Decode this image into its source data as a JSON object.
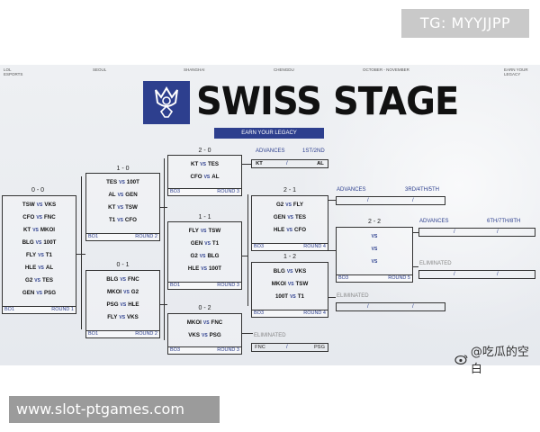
{
  "overlay_tag": "TG: MYYJJPP",
  "top_labels": [
    "LOL ESPORTS",
    "SEOUL",
    "SHANGHAI",
    "CHENGDU",
    "OCTOBER - NOVEMBER",
    "EARN YOUR LEGACY"
  ],
  "title": "SWISS STAGE",
  "subtitle": "EARN YOUR LEGACY",
  "col1": {
    "header": "0 - 0",
    "matches": [
      [
        "TSW",
        "VKS"
      ],
      [
        "CFO",
        "FNC"
      ],
      [
        "KT",
        "MKOI"
      ],
      [
        "BLG",
        "100T"
      ],
      [
        "FLY",
        "T1"
      ],
      [
        "HLE",
        "AL"
      ],
      [
        "G2",
        "TES"
      ],
      [
        "GEN",
        "PSG"
      ]
    ],
    "format": "BO1",
    "round": "ROUND 1"
  },
  "col2_top": {
    "header": "1 - 0",
    "matches": [
      [
        "TES",
        "100T"
      ],
      [
        "AL",
        "GEN"
      ],
      [
        "KT",
        "TSW"
      ],
      [
        "T1",
        "CFO"
      ]
    ],
    "format": "BO1",
    "round": "ROUND 2"
  },
  "col2_bot": {
    "header": "0 - 1",
    "matches": [
      [
        "BLG",
        "FNC"
      ],
      [
        "MKOI",
        "G2"
      ],
      [
        "PSG",
        "HLE"
      ],
      [
        "FLY",
        "VKS"
      ]
    ],
    "format": "BO1",
    "round": "ROUND 2"
  },
  "col3_top": {
    "header": "2 - 0",
    "matches": [
      [
        "KT",
        "TES"
      ],
      [
        "CFO",
        "AL"
      ]
    ],
    "format": "BO3",
    "round": "ROUND 3"
  },
  "col3_mid": {
    "header": "1 - 1",
    "matches": [
      [
        "FLY",
        "TSW"
      ],
      [
        "GEN",
        "T1"
      ],
      [
        "G2",
        "BLG"
      ],
      [
        "HLE",
        "100T"
      ]
    ],
    "format": "BO1",
    "round": "ROUND 3"
  },
  "col3_bot": {
    "header": "0 - 2",
    "matches": [
      [
        "MKOI",
        "FNC"
      ],
      [
        "VKS",
        "PSG"
      ]
    ],
    "format": "BO3",
    "round": "ROUND 3"
  },
  "advances_1": {
    "label": "ADVANCES",
    "places": "1ST/2ND",
    "teams": [
      "KT",
      "AL"
    ]
  },
  "eliminated_1": {
    "label": "ELIMINATED",
    "teams": [
      "FNC",
      "PSG"
    ]
  },
  "col4_top": {
    "header": "2 - 1",
    "matches": [
      [
        "G2",
        "FLY"
      ],
      [
        "GEN",
        "TES"
      ],
      [
        "HLE",
        "CFO"
      ]
    ],
    "format": "BO3",
    "round": "ROUND 4"
  },
  "col4_bot": {
    "header": "1 - 2",
    "matches": [
      [
        "BLG",
        "VKS"
      ],
      [
        "MKOI",
        "TSW"
      ],
      [
        "100T",
        "T1"
      ]
    ],
    "format": "BO3",
    "round": "ROUND 4"
  },
  "advances_2": {
    "label": "ADVANCES",
    "places": "3RD/4TH/5TH"
  },
  "eliminated_2": {
    "label": "ELIMINATED"
  },
  "col5": {
    "header": "2 - 2",
    "vs_rows": [
      "VS",
      "VS",
      "VS"
    ],
    "format": "BO3",
    "round": "ROUND 5"
  },
  "advances_3": {
    "label": "ADVANCES",
    "places": "6TH/7TH/8TH"
  },
  "eliminated_3": {
    "label": "ELIMINATED"
  },
  "slash": "/",
  "watermark": "@吃瓜的空白",
  "url_banner": "www.slot-ptgames.com"
}
